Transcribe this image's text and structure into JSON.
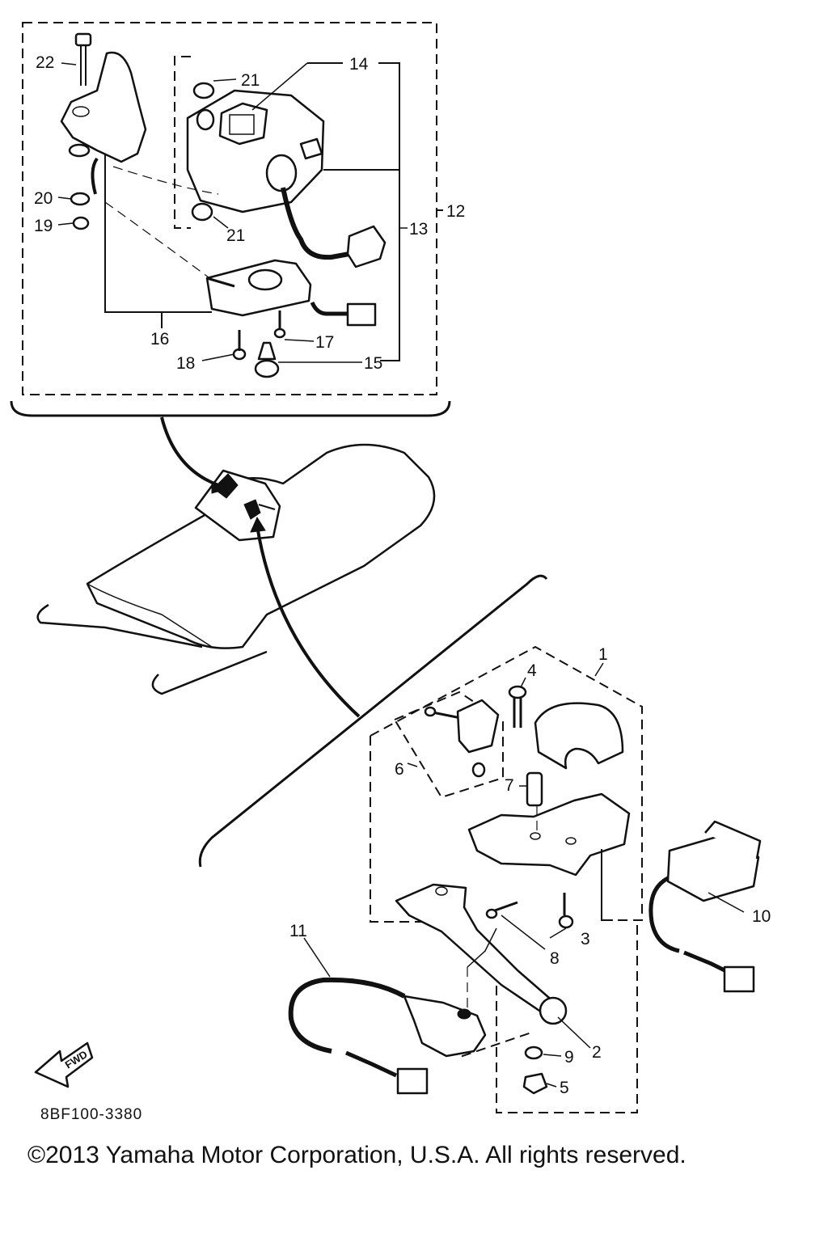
{
  "callouts": {
    "c1": "1",
    "c2": "2",
    "c3": "3",
    "c4": "4",
    "c5": "5",
    "c6": "6",
    "c7": "7",
    "c8": "8",
    "c9": "9",
    "c10": "10",
    "c11": "11",
    "c12": "12",
    "c13": "13",
    "c14": "14",
    "c15": "15",
    "c16": "16",
    "c17": "17",
    "c18": "18",
    "c19": "19",
    "c20": "20",
    "c21a": "21",
    "c21b": "21",
    "c22": "22"
  },
  "badge": {
    "fwd": "FWD"
  },
  "diagram_code": "8BF100-3380",
  "copyright": "©2013 Yamaha Motor Corporation, U.S.A. All rights reserved."
}
